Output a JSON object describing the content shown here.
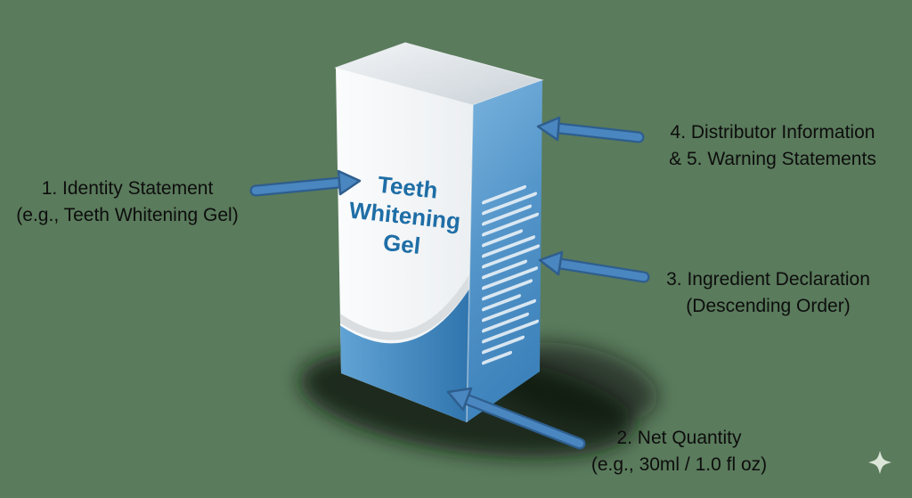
{
  "colors": {
    "background": "#5a7b5c",
    "label_text": "#0d0d0d",
    "arrow": "#4a86c0",
    "arrow_outline": "#2e5e8e",
    "title_blue": "#1f6ea6",
    "box_blue_light": "#7ab3de",
    "box_blue_dark": "#2e73ac"
  },
  "box": {
    "title_line1": "Teeth",
    "title_line2": "Whitening",
    "title_line3": "Gel"
  },
  "annotations": {
    "identity": {
      "line1": "1. Identity Statement",
      "line2": "(e.g., Teeth Whitening Gel)"
    },
    "distributor": {
      "line1": "4. Distributor Information",
      "line2": "& 5. Warning Statements"
    },
    "ingredient": {
      "line1": "3. Ingredient Declaration",
      "line2": "(Descending Order)"
    },
    "net_quantity": {
      "line1": "2. Net Quantity",
      "line2": "(e.g., 30ml / 1.0 fl oz)"
    }
  },
  "icons": {
    "sparkle": "four-pointed-star"
  }
}
